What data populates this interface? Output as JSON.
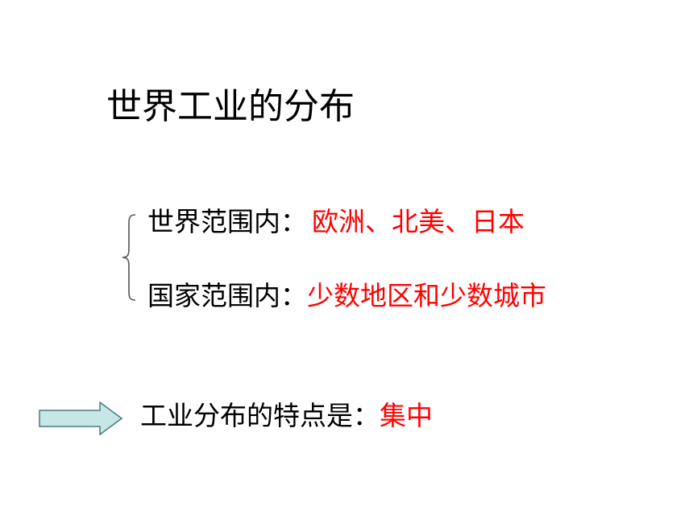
{
  "title": "世界工业的分布",
  "world_scope": {
    "label": "世界范围内：",
    "value": "欧洲、北美、日本"
  },
  "country_scope": {
    "label": "国家范围内：",
    "value": "少数地区和少数城市"
  },
  "feature": {
    "label": "工业分布的特点是：",
    "value": "集中"
  },
  "colors": {
    "highlight": "#ff0000",
    "arrow_fill": "#c7e6e6",
    "arrow_stroke": "#4a7a80"
  },
  "icons": {
    "brace": "left-curly-brace-icon",
    "arrow": "right-arrow-icon"
  }
}
